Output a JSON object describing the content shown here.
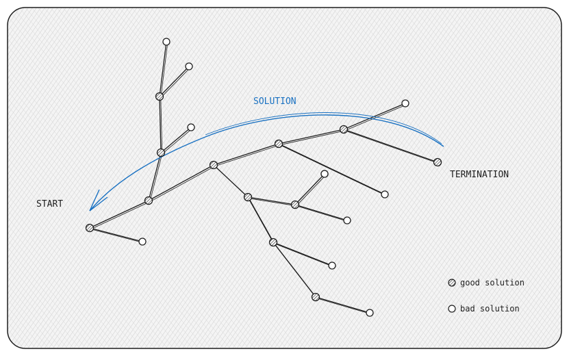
{
  "labels": {
    "start": "START",
    "termination": "TERMINATION",
    "solution": "SOLUTION"
  },
  "legend": {
    "good": "good solution",
    "bad": "bad solution"
  },
  "colors": {
    "background": "#f3f3f3",
    "hatch": "#c9c9c9",
    "stroke": "#1e1e1e",
    "solution_arrow": "#1971c2",
    "good_fill": "#8a8a8a",
    "bad_fill": "#ffffff"
  },
  "nodes": [
    {
      "id": "n1",
      "type": "good"
    },
    {
      "id": "n2",
      "type": "good"
    },
    {
      "id": "n3",
      "type": "good"
    },
    {
      "id": "n4",
      "type": "good"
    },
    {
      "id": "n5",
      "type": "good"
    },
    {
      "id": "n6",
      "type": "good"
    },
    {
      "id": "n7",
      "type": "good"
    },
    {
      "id": "n8",
      "type": "good"
    },
    {
      "id": "n9",
      "type": "good"
    },
    {
      "id": "n10",
      "type": "good"
    },
    {
      "id": "n11",
      "type": "good"
    },
    {
      "id": "n12",
      "type": "good"
    },
    {
      "id": "b1",
      "type": "bad"
    },
    {
      "id": "b2",
      "type": "bad"
    },
    {
      "id": "b3",
      "type": "bad"
    },
    {
      "id": "b4",
      "type": "bad"
    },
    {
      "id": "b5",
      "type": "bad"
    },
    {
      "id": "b6",
      "type": "bad"
    },
    {
      "id": "b7",
      "type": "bad"
    },
    {
      "id": "b8",
      "type": "bad"
    },
    {
      "id": "b9",
      "type": "bad"
    },
    {
      "id": "b10",
      "type": "bad"
    },
    {
      "id": "b11",
      "type": "bad"
    }
  ],
  "edges": [
    [
      "n1",
      "n2"
    ],
    [
      "n1",
      "b1"
    ],
    [
      "n2",
      "n3"
    ],
    [
      "n2",
      "n5"
    ],
    [
      "n3",
      "n4"
    ],
    [
      "n3",
      "b4"
    ],
    [
      "n4",
      "b2"
    ],
    [
      "n4",
      "b3"
    ],
    [
      "n5",
      "n6"
    ],
    [
      "n5",
      "n9"
    ],
    [
      "n6",
      "n7"
    ],
    [
      "n6",
      "b11"
    ],
    [
      "n7",
      "n8"
    ],
    [
      "n7",
      "b5"
    ],
    [
      "n9",
      "n10"
    ],
    [
      "n9",
      "n11"
    ],
    [
      "n10",
      "b6"
    ],
    [
      "n10",
      "b7"
    ],
    [
      "n11",
      "n12"
    ],
    [
      "n11",
      "b8"
    ],
    [
      "n12",
      "b9"
    ],
    [
      "n12",
      "b10"
    ]
  ]
}
